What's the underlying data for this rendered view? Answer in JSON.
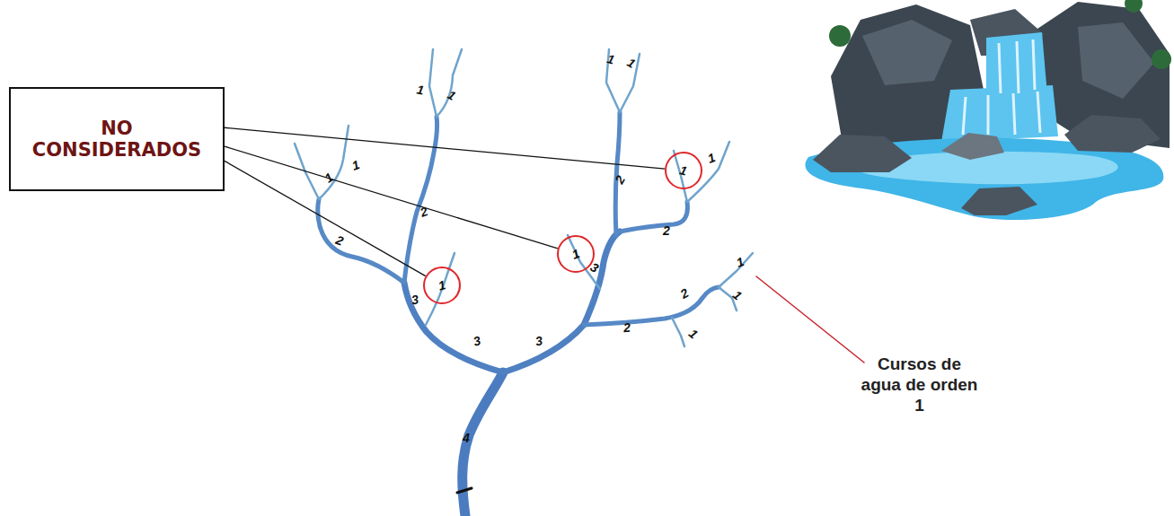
{
  "diagram": {
    "nodes": [
      {
        "text": [
          "NO CONSIDERADOS"
        ]
      },
      {
        "text": [
          "1"
        ]
      },
      {
        "text": [
          "1"
        ]
      },
      {
        "text": [
          "1"
        ]
      }
    ],
    "edges": [
      {
        "from": 0,
        "to": 1,
        "arrow": "none"
      },
      {
        "from": 0,
        "to": 2,
        "arrow": "none"
      },
      {
        "from": 0,
        "to": 3,
        "arrow": "none"
      }
    ],
    "labels": [
      "1",
      "1",
      "1",
      "1",
      "2",
      "2",
      "3",
      "3",
      "1",
      "1",
      "2",
      "1",
      "2",
      "3",
      "3",
      "2",
      "2",
      "1",
      "1",
      "1",
      "4",
      "Cursos de agua de orden 1"
    ]
  }
}
